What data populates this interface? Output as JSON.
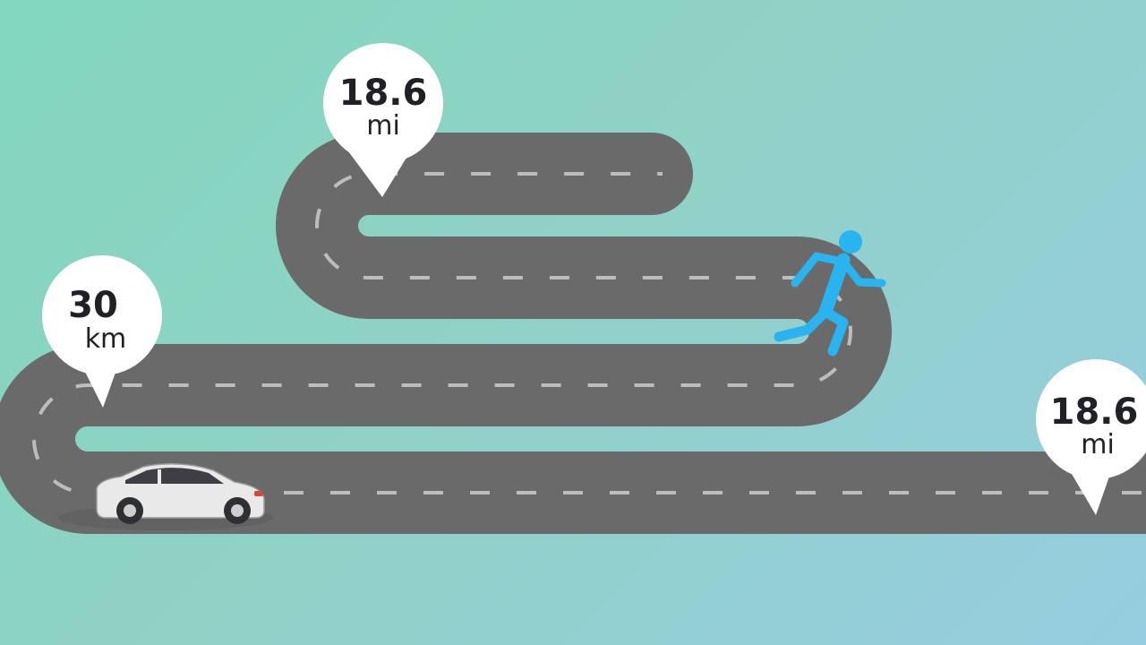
{
  "colors": {
    "road": "#6a6a6a",
    "lane_marking": "#bdbdbd",
    "runner": "#2ab4ef",
    "car_body": "#e9e9e9",
    "marker_fill": "#ffffff",
    "marker_text": "#1f2126"
  },
  "markers": {
    "top": {
      "number": "18.6",
      "unit": "mi"
    },
    "left": {
      "number": "30",
      "unit": "km"
    },
    "right": {
      "number": "18.6",
      "unit": "mi"
    }
  },
  "icons": {
    "vehicle": "car-icon",
    "person": "runner-icon"
  }
}
